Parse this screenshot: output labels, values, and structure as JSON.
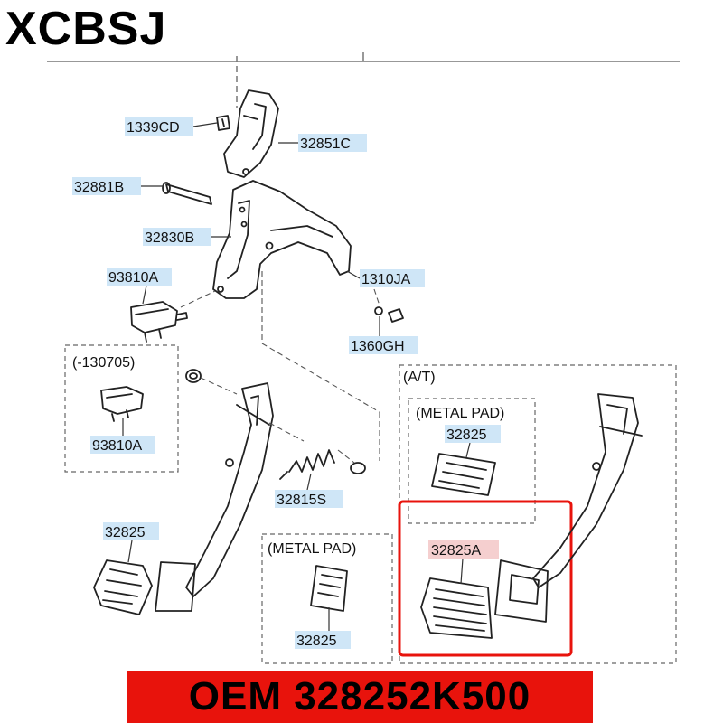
{
  "brand": "XCBSJ",
  "oem": {
    "text": "OEM 328252K500"
  },
  "parts": {
    "p1339CD": "1339CD",
    "p32851C": "32851C",
    "p32881B": "32881B",
    "p32830B": "32830B",
    "p93810A_top": "93810A",
    "p1310JA": "1310JA",
    "p1360GH": "1360GH",
    "p93810A_box": "93810A",
    "p32815S": "32815S",
    "p32825_left": "32825",
    "p32825_metal_bottom": "32825",
    "p32825_metal_top": "32825",
    "p32825A": "32825A"
  },
  "groups": {
    "prior_to": "(-130705)",
    "metal_pad_1": "(METAL PAD)",
    "metal_pad_2": "(METAL PAD)",
    "at": "(A/T)"
  },
  "colors": {
    "label_highlight": "#cfe6f7",
    "label_highlight_selected": "#f5cfcf",
    "selection_box": "#e8130c",
    "banner": "#e8130c"
  }
}
